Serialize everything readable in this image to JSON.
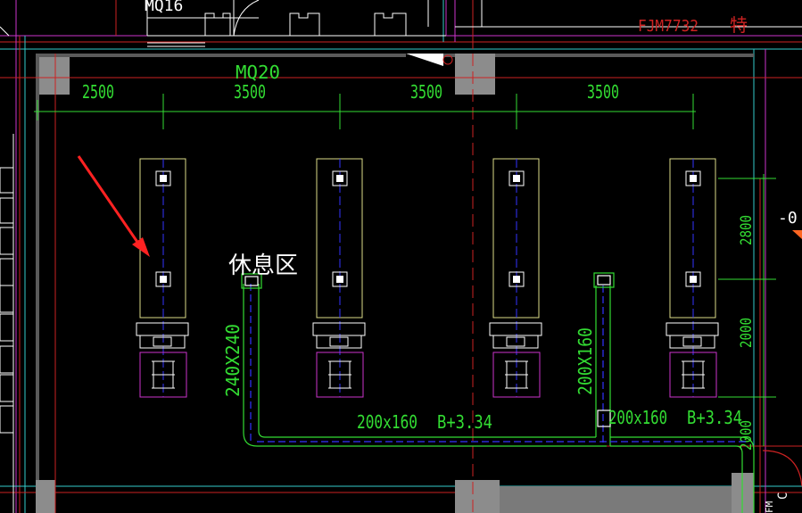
{
  "labels": {
    "top_left": "MQ16",
    "top_right_red": "FJM7732",
    "top_right_char": "特",
    "room_mq": "MQ20",
    "room_name": "休息区",
    "right_fragment": "-0",
    "bottom_right": "C",
    "bottom_right2": "FM"
  },
  "dimensions": {
    "horizontal": [
      "2500",
      "3500",
      "3500",
      "3500"
    ],
    "vertical_right": [
      "2800",
      "2000",
      "2000"
    ]
  },
  "ducts": {
    "left_vertical": "240X240",
    "right_vertical": "200X160",
    "horizontal_1": "200x160",
    "elevation_1": "B+3.34",
    "horizontal_2": "200x160",
    "elevation_2": "B+3.34"
  },
  "colors": {
    "background": "#000000",
    "wall": "#4a4a4a",
    "wall_fill": "#8c8c8c",
    "dimension": "#33dd33",
    "duct": "#33dd33",
    "unit_outline": "#dddd88",
    "axis_blue": "#3333ff",
    "grid_red": "#cc2222",
    "magenta": "#cc33cc",
    "cyan": "#33cccc",
    "arrow": "#ff2222",
    "white": "#ffffff"
  }
}
